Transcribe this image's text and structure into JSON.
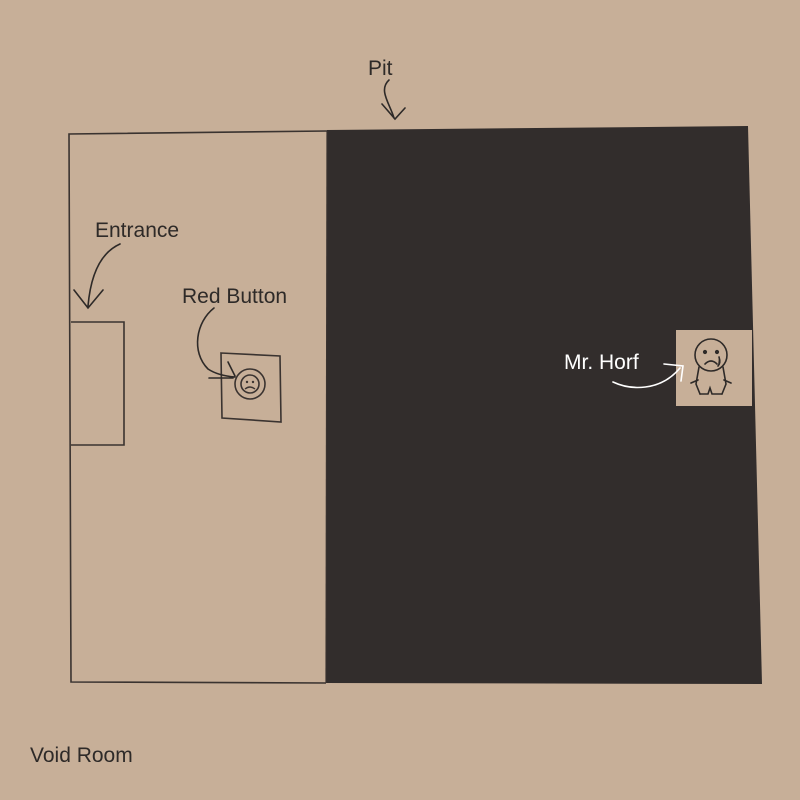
{
  "labels": {
    "pit": "Pit",
    "entrance": "Entrance",
    "red_button": "Red Button",
    "mr_horf": "Mr. Horf",
    "room_name": "Void Room"
  },
  "icons": {
    "red_button": "button-icon",
    "mr_horf": "sad-character-icon"
  },
  "colors": {
    "background": "#c7af98",
    "pit": "#322d2c",
    "ink": "#2e2a28",
    "light_text": "#ffffff",
    "horf_tile": "#c7af98"
  }
}
